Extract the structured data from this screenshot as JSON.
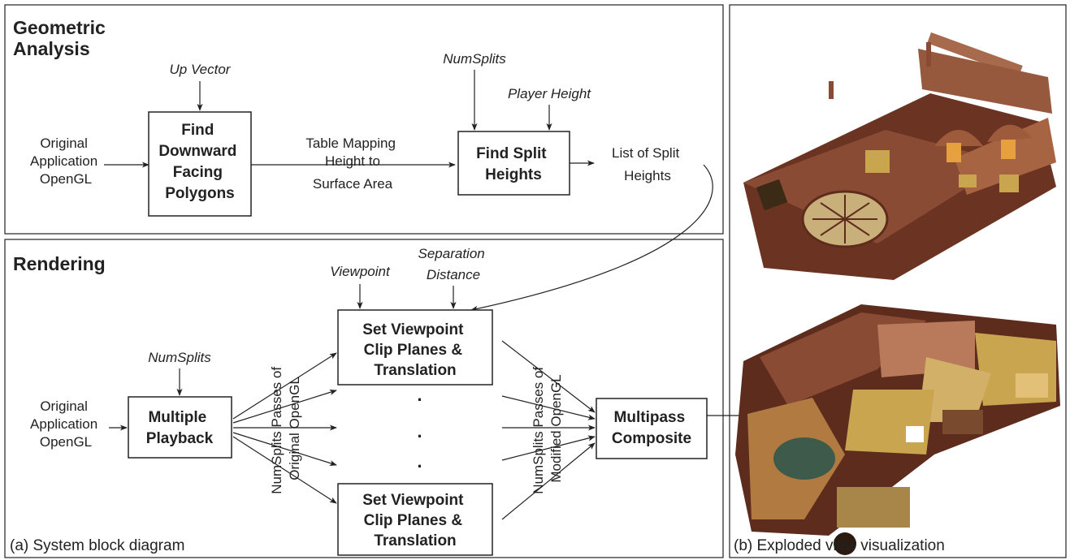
{
  "geometric_analysis": {
    "title": [
      "Geometric",
      "Analysis"
    ],
    "source": [
      "Original",
      "Application",
      "OpenGL"
    ],
    "up_vector": "Up Vector",
    "find_polygons": [
      "Find",
      "Downward",
      "Facing",
      "Polygons"
    ],
    "table_mapping": [
      "Table Mapping",
      "Height to",
      "Surface Area"
    ],
    "num_splits": "NumSplits",
    "player_height": "Player Height",
    "find_split_heights": [
      "Find Split",
      "Heights"
    ],
    "split_list": [
      "List of Split",
      "Heights"
    ]
  },
  "rendering": {
    "title": "Rendering",
    "source": [
      "Original",
      "Application",
      "OpenGL"
    ],
    "num_splits": "NumSplits",
    "multiple_playback": [
      "Multiple",
      "Playback"
    ],
    "passes_original": [
      "NumSplits Passes of",
      "Original OpenGL"
    ],
    "viewpoint": "Viewpoint",
    "separation_distance": [
      "Separation",
      "Distance"
    ],
    "set_viewpoint_top": [
      "Set Viewpoint",
      "Clip Planes &",
      "Translation"
    ],
    "ellipsis": [
      "·",
      "·",
      "·"
    ],
    "set_viewpoint_bottom": [
      "Set Viewpoint",
      "Clip Planes &",
      "Translation"
    ],
    "passes_modified": [
      "NumSplits Passes of",
      "Modified OpenGL"
    ],
    "multipass_composite": [
      "Multipass",
      "Composite"
    ]
  },
  "captions": {
    "left": "(a) System block diagram",
    "right": "(b) Exploded view visualization"
  },
  "colors": {
    "line": "#222222",
    "wood_dark": "#5e2c1d",
    "wood_mid": "#8a4b34",
    "wood_light": "#b87a5a",
    "floor_gold": "#c9a550",
    "floor_dark": "#3b2a16"
  }
}
